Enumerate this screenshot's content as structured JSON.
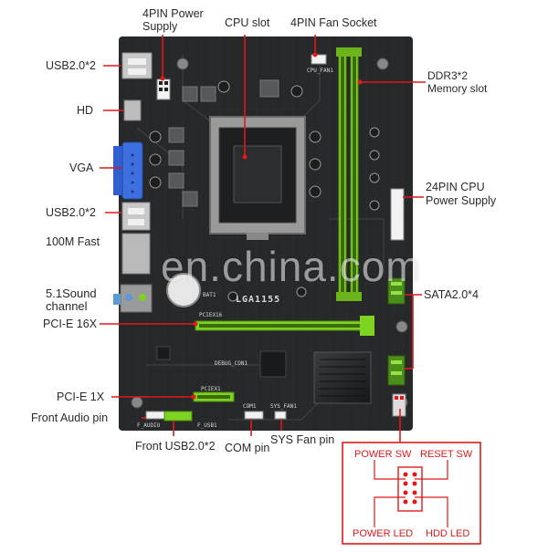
{
  "labels": {
    "power_4pin": [
      "4PIN Power",
      "Supply"
    ],
    "cpu_slot": "CPU slot",
    "fan_4pin": "4PIN Fan Socket",
    "usb_top": "USB2.0*2",
    "ddr3": [
      "DDR3*2",
      "Memory slot"
    ],
    "hd": "HD",
    "vga": "VGA",
    "power_24pin": [
      "24PIN CPU",
      "Power Supply"
    ],
    "usb_mid": "USB2.0*2",
    "lan": "100M Fast",
    "sound": [
      "5.1Sound",
      "channel"
    ],
    "sata": "SATA2.0*4",
    "pcie16": "PCI-E 16X",
    "pcie1": "PCI-E 1X",
    "front_audio": "Front Audio pin",
    "front_usb": "Front USB2.0*2",
    "com": "COM pin",
    "sys_fan": "SYS Fan pin"
  },
  "front_panel": {
    "power_sw": "POWER SW",
    "reset_sw": "RESET SW",
    "power_led": "POWER LED",
    "hdd_led": "HDD LED"
  },
  "board_text": {
    "socket": "LGA1155",
    "cpu_fan": "CPU_FAN1",
    "pcie16_silk": "PCIEX16",
    "pcie1_silk": "PCIEX1",
    "bat": "BAT1",
    "debug": "DEBUG_CON1",
    "com_silk": "COM1",
    "sys_fan_silk": "SYS_FAN1",
    "f_audio": "F_AUDIO",
    "f_usb": "F_USB1"
  },
  "watermark": "en.china.com",
  "colors": {
    "pcb": "#26282a",
    "slot_green": "#7ed321",
    "leader_red": "#e0191b"
  }
}
